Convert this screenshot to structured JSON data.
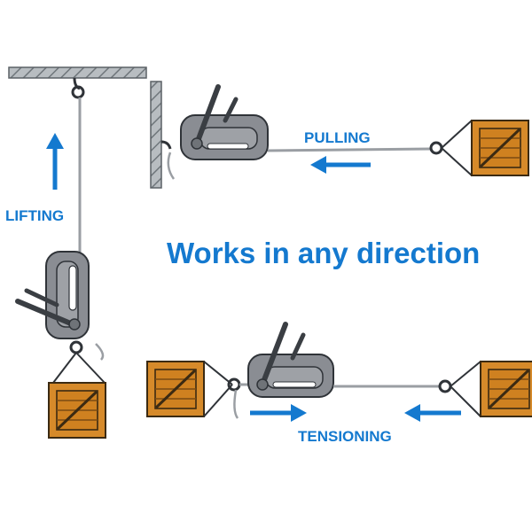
{
  "labels": {
    "lifting": "LIFTING",
    "pulling": "PULLING",
    "tensioning": "TENSIONING",
    "headline": "Works in any direction"
  },
  "colors": {
    "accent_blue": "#1479cf",
    "crate_fill": "#d68a2a",
    "crate_dark": "#8a5514",
    "hoist_body": "#8a8d93",
    "wall": "#9aa0a4"
  },
  "icons": {
    "arrow": "arrow-icon",
    "hoist": "lever-hoist-icon",
    "crate": "wooden-crate-icon"
  }
}
